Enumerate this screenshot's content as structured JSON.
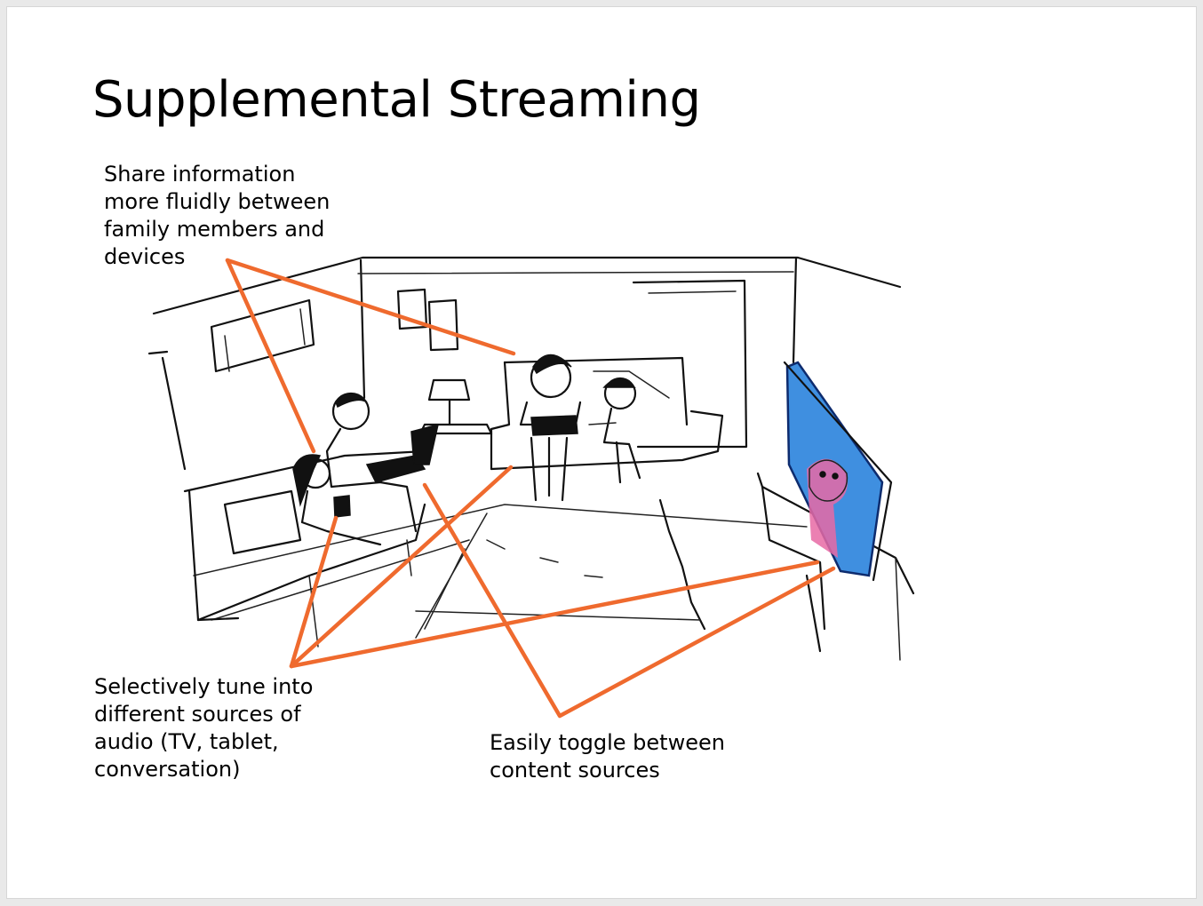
{
  "slide": {
    "title": "Supplemental Streaming"
  },
  "annotations": {
    "share": [
      "Share information",
      "more fluidly between",
      "family members and",
      "devices"
    ],
    "tune": [
      "Selectively tune into",
      "different sources of",
      "audio (TV, tablet,",
      "conversation)"
    ],
    "toggle": [
      "Easily toggle between",
      "content sources"
    ]
  },
  "colors": {
    "callout": "#ef6a2e",
    "tv_screen": "#3f8fe0",
    "tv_figure": "#e86aa5",
    "ink": "#111111"
  },
  "icons": {
    "illustration": "living-room-family-sketch"
  }
}
